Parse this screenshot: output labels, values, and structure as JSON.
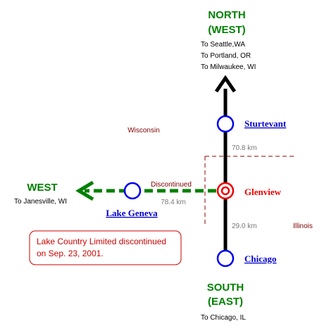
{
  "directions": {
    "north": {
      "line1": "NORTH",
      "line2": "(WEST)",
      "destinations": [
        "To Seattle,WA",
        "To Portland, OR",
        "To Milwaukee, WI"
      ]
    },
    "south": {
      "line1": "SOUTH",
      "line2": "(EAST)",
      "destinations": [
        "To Chicago, IL"
      ]
    },
    "west": {
      "line1": "WEST",
      "destinations": [
        "To Janesville, WI"
      ]
    }
  },
  "stations": {
    "sturtevant": "Sturtevant",
    "glenview": "Glenview",
    "chicago": "Chicago",
    "lake_geneva": "Lake Geneva"
  },
  "distances": {
    "sturtevant_glenview": "70.8 km",
    "glenview_chicago": "29.0 km",
    "glenview_lake_geneva": "78.4 km"
  },
  "labels": {
    "discontinued": "Discontinued",
    "wisconsin": "Wisconsin",
    "illinois": "Illinois"
  },
  "note": {
    "line1": "Lake Country Limited discontinued",
    "line2": "on Sep. 23, 2001."
  },
  "colors": {
    "main_line": "#000000",
    "discontinued_line": "#008000",
    "station_link": "#0000cc",
    "hub_station": "#ee0000",
    "state_label": "#800000",
    "border": "#990000"
  }
}
